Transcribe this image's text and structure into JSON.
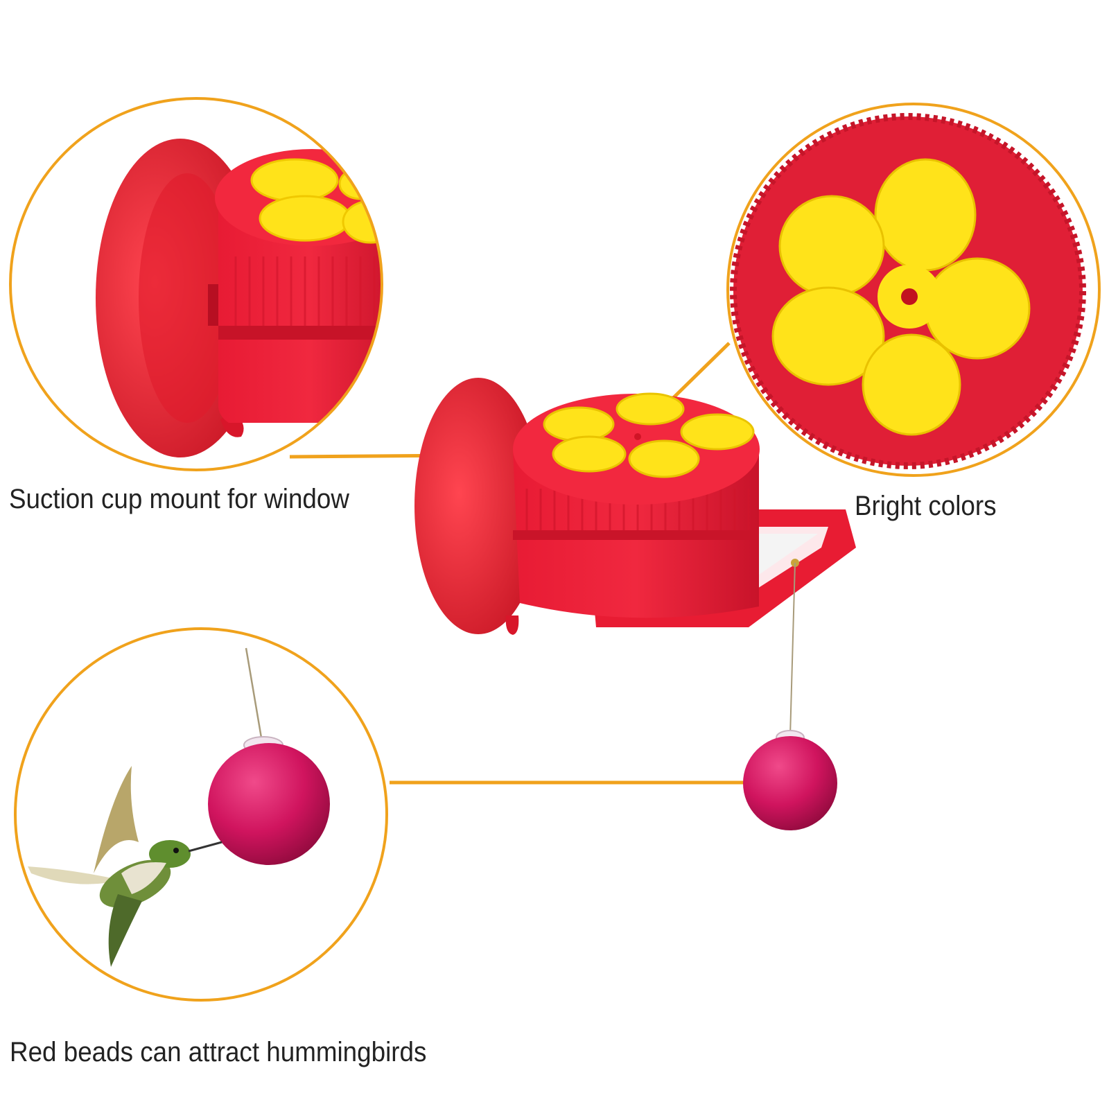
{
  "features": [
    {
      "label": "Suction cup mount for window"
    },
    {
      "label": "Bright colors"
    },
    {
      "label": "Red beads can attract hummingbirds"
    }
  ],
  "colors": {
    "ring": "#F0A21C",
    "red": "#E61E3A",
    "yellow": "#FFE31A",
    "bead": "#D0145E",
    "text": "#222222"
  },
  "icons": [
    "suction-cup-icon",
    "flower-feeder-port-icon",
    "hummingbird-icon",
    "red-bead-icon"
  ]
}
